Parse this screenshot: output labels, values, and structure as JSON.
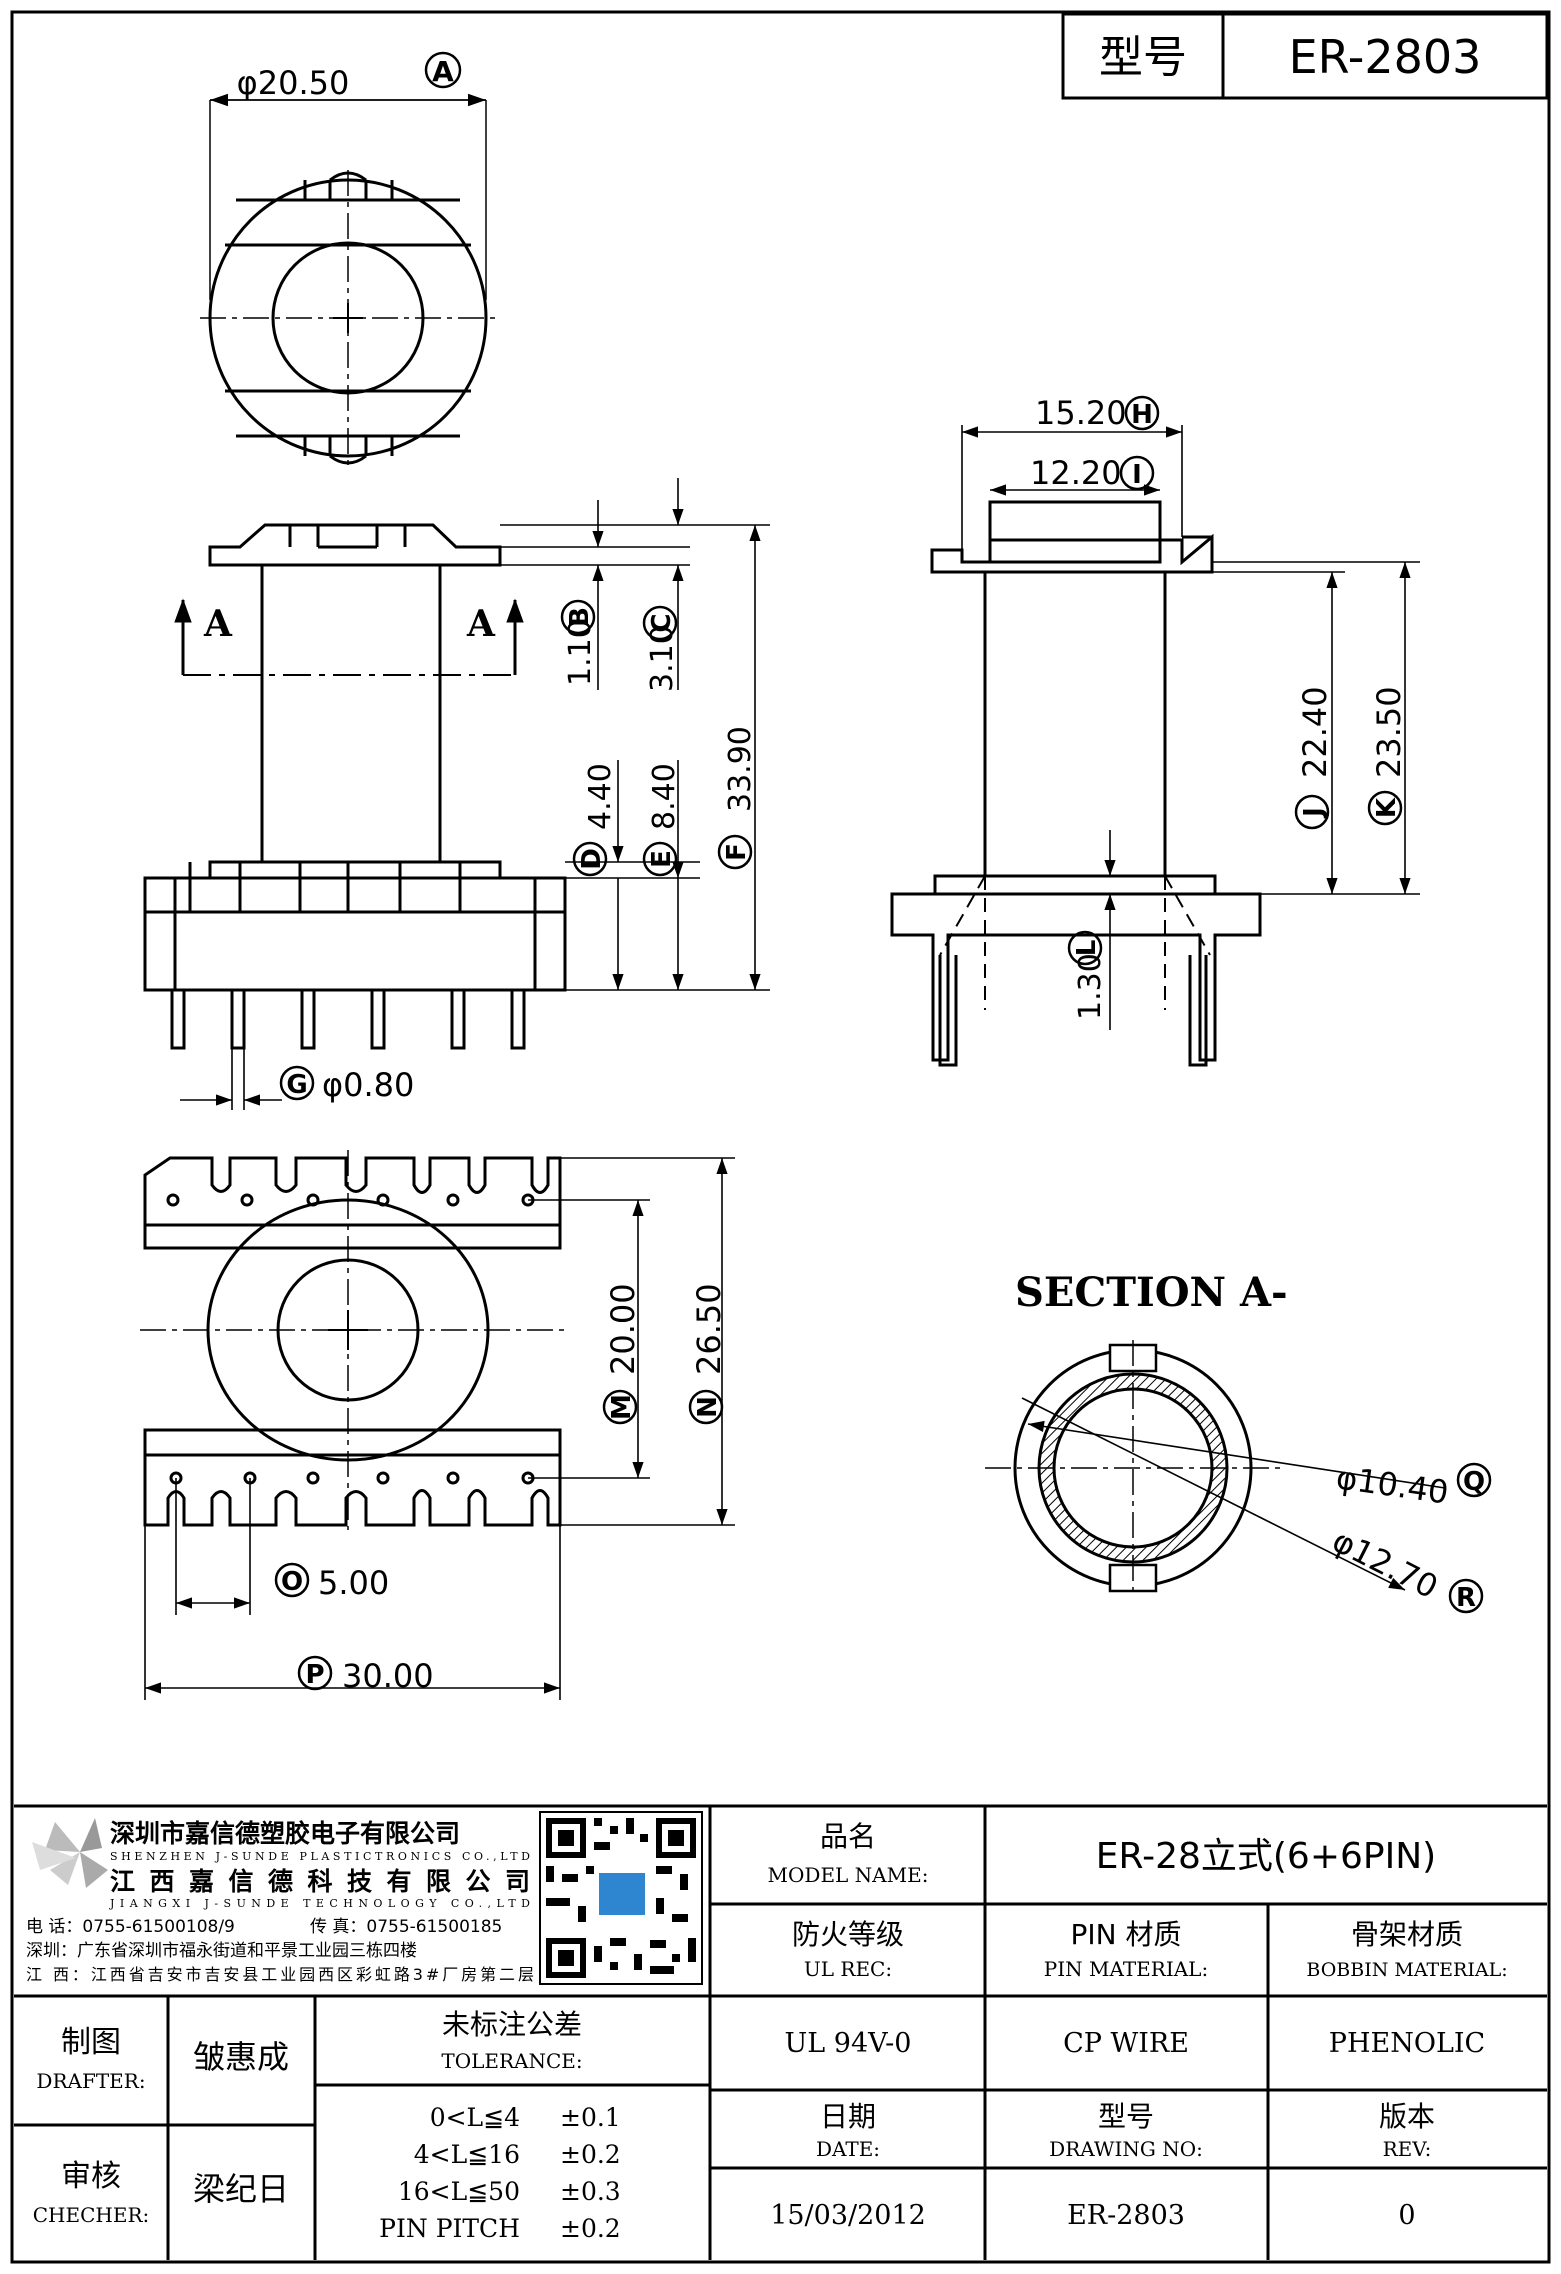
{
  "title_block": {
    "model_label": "型号",
    "model_value": "ER-2803"
  },
  "dimensions": {
    "top_diameter": "φ20.50",
    "top_diameter_tag": "A",
    "h_width": "15.20",
    "h_tag": "H",
    "i_width": "12.20",
    "i_tag": "I",
    "b_value": "1.10",
    "b_tag": "B",
    "c_value": "3.10",
    "c_tag": "C",
    "d_value": "4.40",
    "d_tag": "D",
    "e_value": "8.40",
    "e_tag": "E",
    "f_value": "33.90",
    "f_tag": "F",
    "g_value": "φ0.80",
    "g_tag": "G",
    "j_value": "22.40",
    "j_tag": "J",
    "k_value": "23.50",
    "k_tag": "K",
    "l_value": "1.30",
    "l_tag": "L",
    "m_value": "20.00",
    "m_tag": "M",
    "n_value": "26.50",
    "n_tag": "N",
    "o_value": "5.00",
    "o_tag": "O",
    "p_value": "30.00",
    "p_tag": "P",
    "q_value": "φ10.40",
    "q_tag": "Q",
    "r_value": "φ12.70",
    "r_tag": "R",
    "section_marker": "A"
  },
  "section_title": "SECTION A-",
  "company": {
    "name_sz": "深圳市嘉信德塑胶电子有限公司",
    "name_sz_en": "SHENZHEN J-SUNDE PLASTICTRONICS CO.,LTD",
    "name_jx": "江西嘉信德科技有限公司",
    "name_jx_en": "JIANGXI J-SUNDE TECHNOLOGY CO.,LTD",
    "phone": "电 话：0755-61500108/9",
    "fax": "传 真：0755-61500185",
    "addr_sz": "深圳：广东省深圳市福永街道和平景工业园三栋四楼",
    "addr_jx": "江 西：江西省吉安市吉安县工业园西区彩虹路3#厂房第二层"
  },
  "table": {
    "product_name_cn": "品名",
    "product_name_en": "MODEL NAME:",
    "product_name_value": "ER-28立式(6+6PIN)",
    "ul_cn": "防火等级",
    "ul_en": "UL REC:",
    "pin_cn": "PIN 材质",
    "pin_en": "PIN MATERIAL:",
    "bobbin_cn": "骨架材质",
    "bobbin_en": "BOBBIN MATERIAL:",
    "ul_value": "UL 94V-0",
    "pin_value": "CP WIRE",
    "bobbin_value": "PHENOLIC",
    "date_cn": "日期",
    "date_en": "DATE:",
    "drawing_cn": "型号",
    "drawing_en": "DRAWING NO:",
    "rev_cn": "版本",
    "rev_en": "REV:",
    "date_value": "15/03/2012",
    "drawing_value": "ER-2803",
    "rev_value": "0",
    "drafter_cn": "制图",
    "drafter_en": "DRAFTER:",
    "drafter_name": "皱惠成",
    "checker_cn": "审核",
    "checker_en": "CHECHER:",
    "checker_name": "梁纪日",
    "tol_cn": "未标注公差",
    "tol_en": "TOLERANCE:",
    "tolerances": [
      {
        "range": "0<L≦4",
        "value": "±0.1"
      },
      {
        "range": "4<L≦16",
        "value": "±0.2"
      },
      {
        "range": "16<L≦50",
        "value": "±0.3"
      },
      {
        "range": "PIN PITCH",
        "value": "±0.2"
      }
    ]
  }
}
